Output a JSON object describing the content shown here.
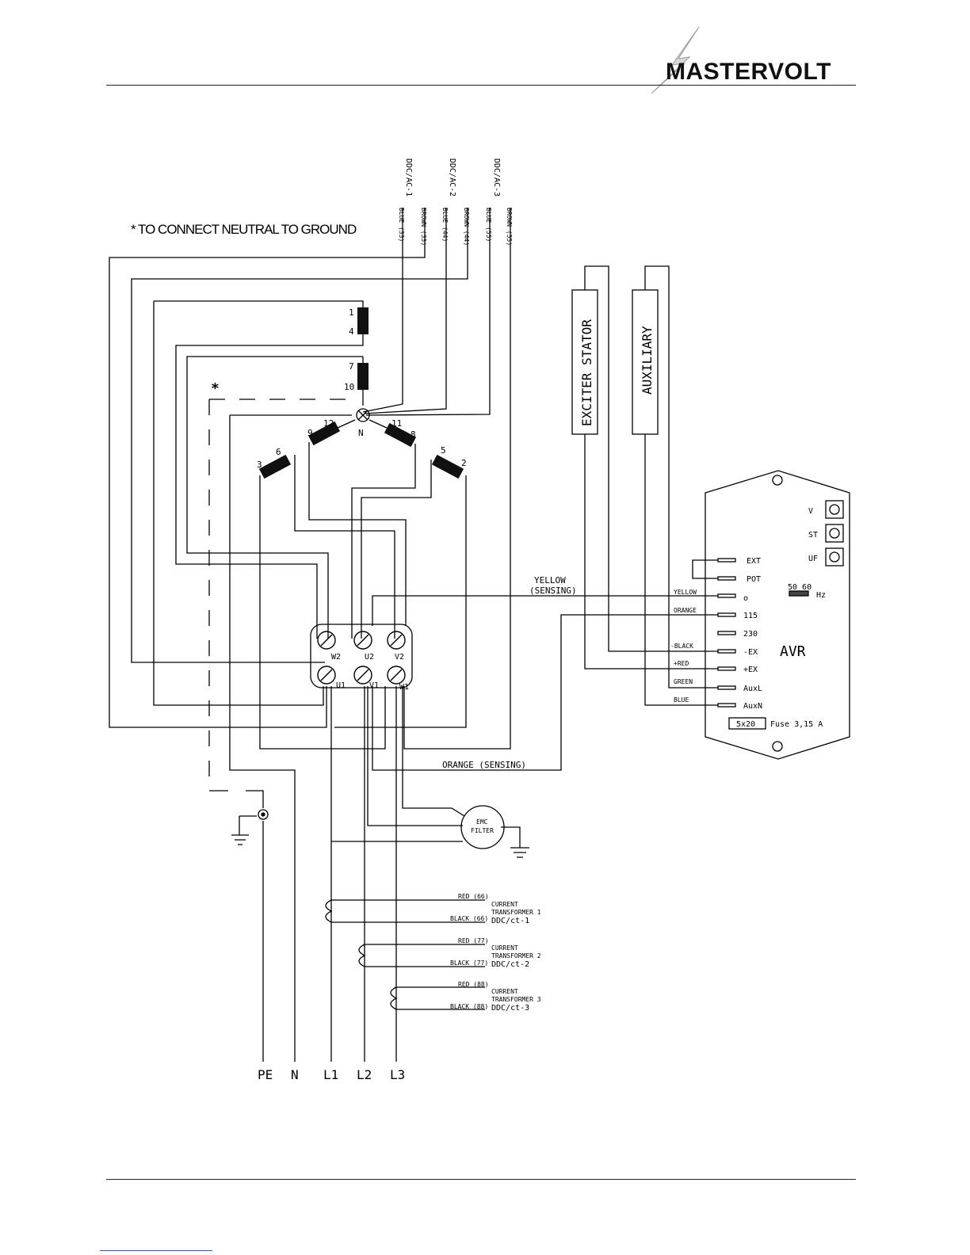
{
  "header": {
    "brand": "MASTERVOLT"
  },
  "note": {
    "text": "*  TO CONNECT NEUTRAL TO GROUND",
    "star": "*"
  },
  "cables": [
    {
      "name": "DDC/AC-1",
      "wires": [
        "BLUE (33)",
        "BROWN (33)"
      ]
    },
    {
      "name": "DDC/AC-2",
      "wires": [
        "BLUE (44)",
        "BROWN (44)"
      ]
    },
    {
      "name": "DDC/AC-3",
      "wires": [
        "BLUE (55)",
        "BROWN (55)"
      ]
    }
  ],
  "coils": {
    "labels": [
      "1",
      "4",
      "7",
      "10",
      "12",
      "9",
      "11",
      "8",
      "3",
      "6",
      "5",
      "2"
    ],
    "neutral": "N"
  },
  "terminal_block": {
    "top": [
      "W2",
      "U2",
      "V2"
    ],
    "bottom": [
      "U1",
      "V1",
      "W1"
    ]
  },
  "windings": {
    "exciter": "EXCITER STATOR",
    "auxiliary": "AUXILIARY"
  },
  "sensing": {
    "yellow": "YELLOW",
    "yellow_paren": "(SENSING)",
    "orange": "ORANGE (SENSING)"
  },
  "avr": {
    "title": "AVR",
    "pots": [
      "V",
      "ST",
      "UF"
    ],
    "terminals": [
      "EXT",
      "POT",
      "o",
      "115",
      "230",
      "-EX",
      "+EX",
      "AuxL",
      "AuxN"
    ],
    "wire_labels": [
      "YELLOW",
      "ORANGE",
      "-BLACK",
      "+RED",
      "GREEN",
      "BLUE"
    ],
    "freq": {
      "labels": "50 60",
      "unit": "Hz"
    },
    "fuse_box": "5x20",
    "fuse_text": "Fuse 3,15 A"
  },
  "emc": {
    "line1": "EMC",
    "line2": "FILTER"
  },
  "current_transformers": [
    {
      "red": "RED (66)",
      "black": "BLACK (66)",
      "line1": "CURRENT",
      "line2": "TRANSFORMER 1",
      "code": "DDC/ct-1"
    },
    {
      "red": "RED (77)",
      "black": "BLACK (77)",
      "line1": "CURRENT",
      "line2": "TRANSFORMER 2",
      "code": "DDC/ct-2"
    },
    {
      "red": "RED (88)",
      "black": "BLACK (88)",
      "line1": "CURRENT",
      "line2": "TRANSFORMER 3",
      "code": "DDC/ct-3"
    }
  ],
  "outputs": [
    "PE",
    "N",
    "L1",
    "L2",
    "L3"
  ]
}
